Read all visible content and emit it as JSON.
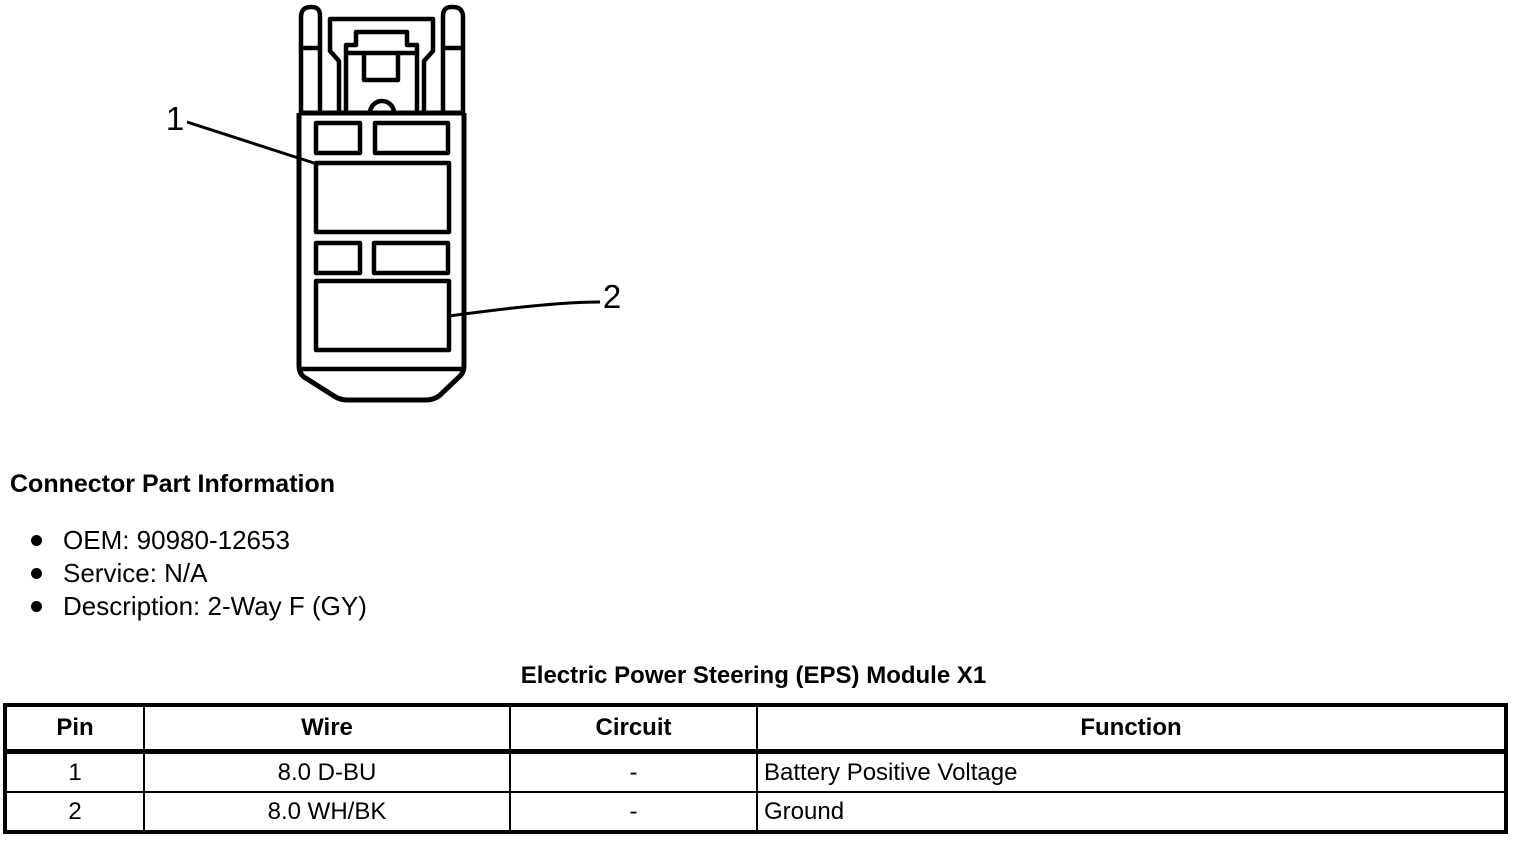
{
  "diagram": {
    "labels": [
      {
        "text": "1"
      },
      {
        "text": "2"
      }
    ]
  },
  "part_info": {
    "heading": "Connector Part Information",
    "items": [
      "OEM: 90980-12653",
      "Service: N/A",
      "Description: 2-Way F (GY)"
    ]
  },
  "table": {
    "title": "Electric Power Steering (EPS) Module X1",
    "columns": [
      "Pin",
      "Wire",
      "Circuit",
      "Function"
    ],
    "rows": [
      {
        "pin": "1",
        "wire": "8.0 D-BU",
        "circuit": "-",
        "function": "Battery Positive Voltage"
      },
      {
        "pin": "2",
        "wire": "8.0 WH/BK",
        "circuit": "-",
        "function": "Ground"
      }
    ]
  },
  "colors": {
    "ink": "#000000",
    "paper": "#ffffff"
  }
}
